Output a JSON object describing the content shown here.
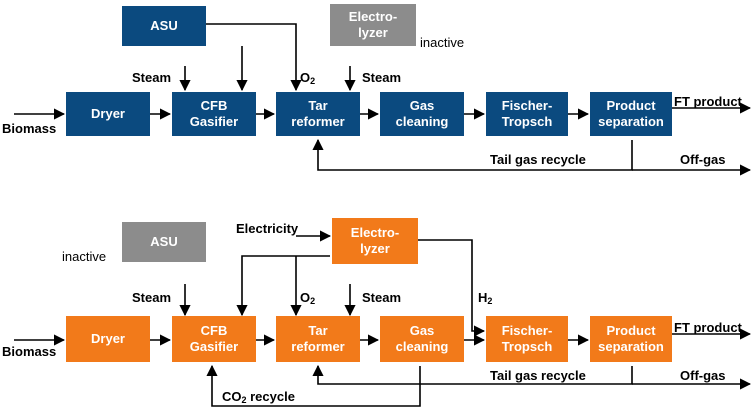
{
  "colors": {
    "blue": "#0b4a7f",
    "orange": "#f27a1a",
    "gray": "#8c8c8c",
    "line": "#000000"
  },
  "top": {
    "boxes": {
      "asu": "ASU",
      "electrolyzer": "Electro-\nlyzer",
      "dryer": "Dryer",
      "gasifier": "CFB\nGasifier",
      "tar_reformer": "Tar\nreformer",
      "gas_cleaning": "Gas\ncleaning",
      "fischer_tropsch": "Fischer-\nTropsch",
      "product_separation": "Product\nseparation"
    },
    "labels": {
      "electrolyzer_status": "inactive",
      "steam_1": "Steam",
      "steam_2": "Steam",
      "oxygen_main": "O",
      "oxygen_sub": "2",
      "biomass": "Biomass",
      "ft_product": "FT product",
      "tail_gas": "Tail gas recycle",
      "off_gas": "Off-gas"
    }
  },
  "bottom": {
    "boxes": {
      "asu": "ASU",
      "electrolyzer": "Electro-\nlyzer",
      "dryer": "Dryer",
      "gasifier": "CFB\nGasifier",
      "tar_reformer": "Tar\nreformer",
      "gas_cleaning": "Gas\ncleaning",
      "fischer_tropsch": "Fischer-\nTropsch",
      "product_separation": "Product\nseparation"
    },
    "labels": {
      "asu_status": "inactive",
      "electricity": "Electricity",
      "steam_1": "Steam",
      "steam_2": "Steam",
      "oxygen_main": "O",
      "oxygen_sub": "2",
      "hydrogen_main": "H",
      "hydrogen_sub": "2",
      "biomass": "Biomass",
      "ft_product": "FT product",
      "tail_gas": "Tail gas recycle",
      "off_gas": "Off-gas",
      "co2_main": "CO",
      "co2_sub": "2",
      "co2_rest": " recycle"
    }
  }
}
